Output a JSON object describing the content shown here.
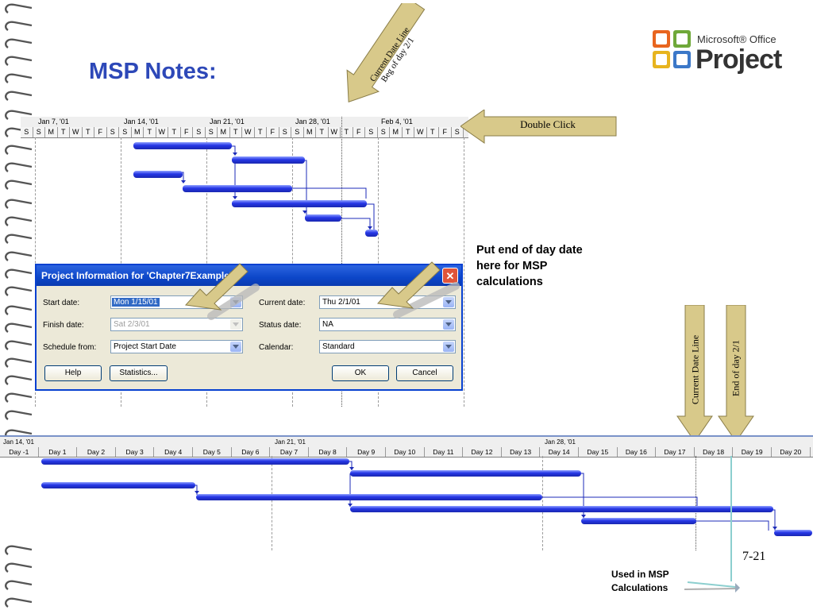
{
  "slide": {
    "title": "MSP Notes:",
    "page_number": "7-21",
    "accent_color": "#2d48b8",
    "arrow_color": "#d8c98a"
  },
  "logo": {
    "line1": "Microsoft® Office",
    "line2": "Project"
  },
  "callouts": {
    "current_date_line_top": "Current Date Line",
    "beg_of_day": "Beg of day 2/1",
    "double_click": "Double Click",
    "put_end_of_day_line1": "Put end of day date",
    "put_end_of_day_line2": "here for MSP",
    "put_end_of_day_line3": "calculations",
    "current_date_line_right": "Current Date Line",
    "end_of_day": "End of day 2/1",
    "used_in_msp_line1": "Used in MSP",
    "used_in_msp_line2": "Calculations"
  },
  "gantt_top": {
    "weeks": [
      "Jan 7, '01",
      "Jan 14, '01",
      "Jan 21, '01",
      "Jan 28, '01",
      "Feb 4, '01"
    ],
    "days": [
      "S",
      "S",
      "M",
      "T",
      "W",
      "T",
      "F",
      "S",
      "S",
      "M",
      "T",
      "W",
      "T",
      "F",
      "S",
      "S",
      "M",
      "T",
      "W",
      "T",
      "F",
      "S",
      "S",
      "M",
      "T",
      "W",
      "T",
      "F",
      "S",
      "S",
      "M",
      "T",
      "W",
      "T",
      "F",
      "S"
    ]
  },
  "dialog": {
    "title": "Project Information for 'Chapter7Example'",
    "close_label": "✕",
    "start_date_label": "Start date:",
    "start_date_value": "Mon 1/15/01",
    "finish_date_label": "Finish date:",
    "finish_date_value": "Sat 2/3/01",
    "schedule_from_label": "Schedule from:",
    "schedule_from_value": "Project Start Date",
    "current_date_label": "Current date:",
    "current_date_value": "Thu 2/1/01",
    "status_date_label": "Status date:",
    "status_date_value": "NA",
    "calendar_label": "Calendar:",
    "calendar_value": "Standard",
    "help_label": "Help",
    "statistics_label": "Statistics...",
    "ok_label": "OK",
    "cancel_label": "Cancel"
  },
  "gantt_bottom": {
    "weeks": [
      "Jan 14, '01",
      "Jan 21, '01",
      "Jan 28, '01"
    ],
    "days": [
      "Day -1",
      "Day 1",
      "Day 2",
      "Day 3",
      "Day 4",
      "Day 5",
      "Day 6",
      "Day 7",
      "Day 8",
      "Day 9",
      "Day 10",
      "Day 11",
      "Day 12",
      "Day 13",
      "Day 14",
      "Day 15",
      "Day 16",
      "Day 17",
      "Day 18",
      "Day 19",
      "Day 20"
    ]
  }
}
